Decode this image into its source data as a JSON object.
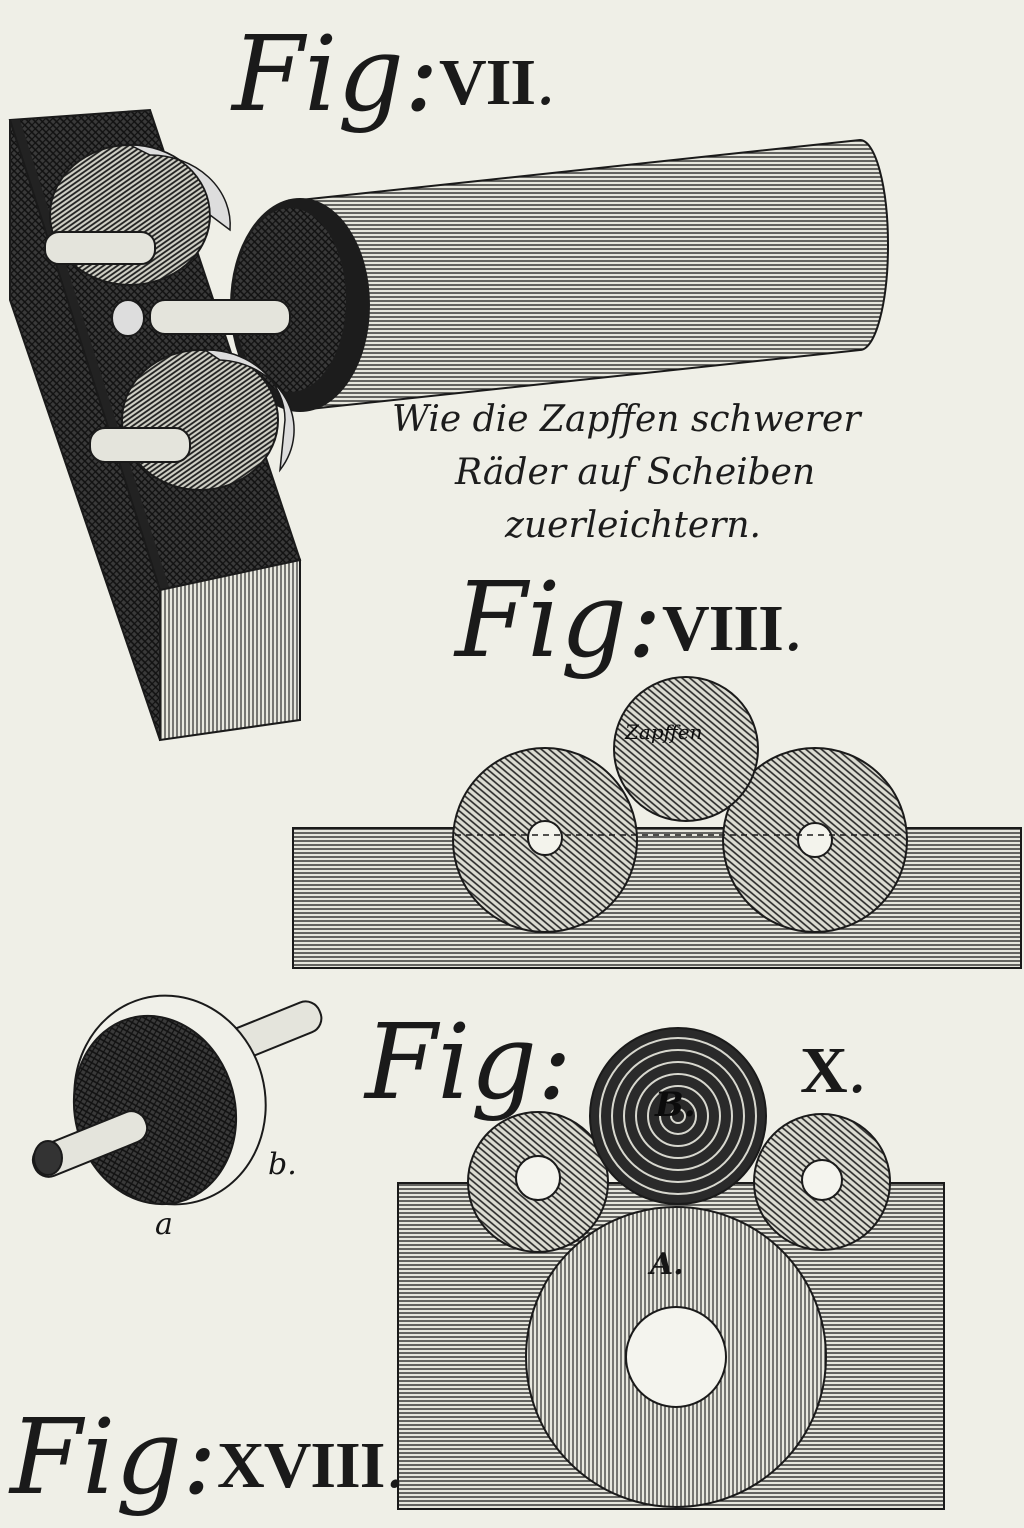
{
  "figures": {
    "fig7": {
      "label": "Fig:",
      "numeral": "VII",
      "suffix": "."
    },
    "fig8": {
      "label": "Fig:",
      "numeral": "VIII",
      "suffix": "."
    },
    "fig10": {
      "label": "Fig:",
      "numeral": "X",
      "suffix": "."
    },
    "fig18": {
      "label": "Fig:",
      "numeral": "XVIII",
      "suffix": "."
    }
  },
  "caption": {
    "line1": "Wie die Zapffen schwerer",
    "line2": "Räder auf Scheiben",
    "line3": "zuerleichtern."
  },
  "labels": {
    "zapffen": "Zapffen",
    "b_upper": "B.",
    "a_upper": "A.",
    "a_lower": "a",
    "b_lower": "b."
  },
  "colors": {
    "paper": "#efefe7",
    "ink": "#1a1a1a"
  }
}
